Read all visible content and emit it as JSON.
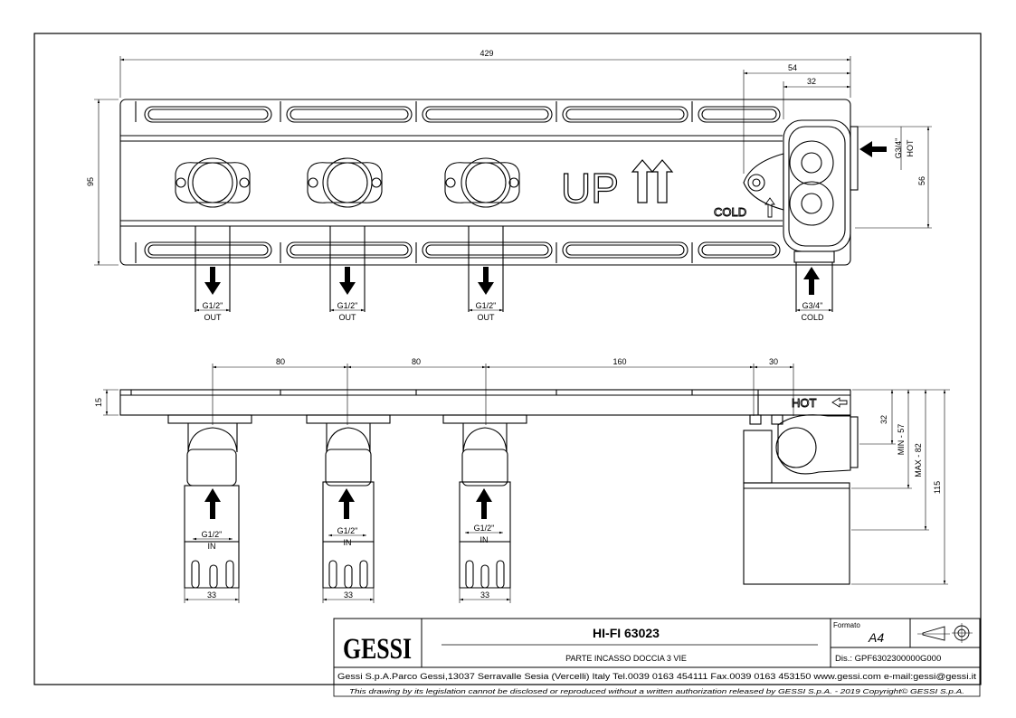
{
  "drawing": {
    "top_dims": {
      "overall_width": "429",
      "width_54": "54",
      "width_32": "32",
      "height_95": "95",
      "height_56": "56"
    },
    "top_labels": {
      "up": "UP",
      "cold": "COLD",
      "hot_thread": "G3/4\"",
      "hot": "HOT",
      "out_thread": "G1/2\"",
      "out": "OUT",
      "cold_thread": "G3/4\"",
      "cold_bottom": "COLD"
    },
    "side_dims": {
      "spacing_1": "80",
      "spacing_2": "80",
      "spacing_3": "160",
      "spacing_4": "30",
      "thickness": "15",
      "depth_32": "32",
      "min": "MIN - 57",
      "max": "MAX - 82",
      "depth_115": "115",
      "body_width": "33"
    },
    "side_labels": {
      "hot": "HOT",
      "in_thread": "G1/2\"",
      "in": "IN"
    }
  },
  "title_block": {
    "logo": "GESSI",
    "product": "HI-FI 63023",
    "description": "PARTE INCASSO DOCCIA 3 VIE",
    "formato_label": "Formato",
    "formato_value": "A4",
    "drawing_number": "Dis.: GPF6302300000G000",
    "company_line": "Gessi S.p.A.Parco Gessi,13037 Serravalle Sesia (Vercelli) Italy Tel.0039 0163 454111 Fax.0039 0163 453150 www.gessi.com e-mail:gessi@gessi.it",
    "disclaimer": "This drawing by its legislation cannot be disclosed or reproduced without a written authorization released by GESSI S.p.A. - 2019 Copyright© GESSI S.p.A."
  }
}
